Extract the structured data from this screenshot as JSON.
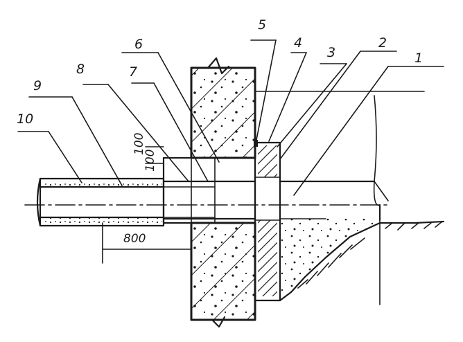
{
  "labels": {
    "l1": "1",
    "l2": "2",
    "l3": "3",
    "l4": "4",
    "l5": "5",
    "l6": "6",
    "l7": "7",
    "l8": "8",
    "l9": "9",
    "l10": "10",
    "pipe_size_top": "100",
    "pipe_size_bottom": "100"
  },
  "dimension": {
    "offset": "800"
  }
}
